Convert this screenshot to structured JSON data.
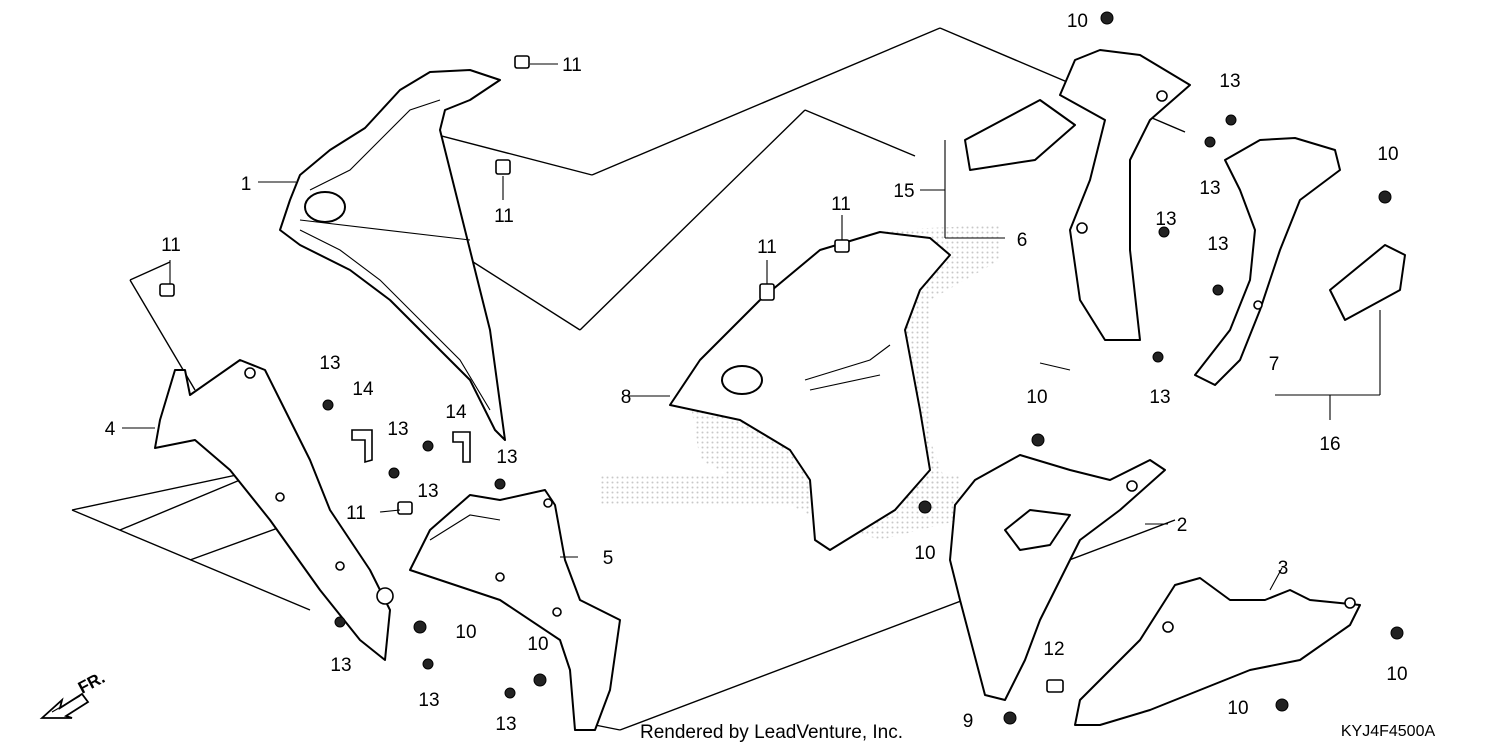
{
  "diagram": {
    "code": "KYJ4F4500A",
    "rendered_by": "Rendered by LeadVenture, Inc.",
    "direction_arrow": "FR.",
    "part_callouts": [
      {
        "id": "c1",
        "number": "1"
      },
      {
        "id": "c2",
        "number": "2"
      },
      {
        "id": "c3",
        "number": "3"
      },
      {
        "id": "c4",
        "number": "4"
      },
      {
        "id": "c5",
        "number": "5"
      },
      {
        "id": "c6",
        "number": "6"
      },
      {
        "id": "c7",
        "number": "7"
      },
      {
        "id": "c8",
        "number": "8"
      },
      {
        "id": "c9",
        "number": "9"
      },
      {
        "id": "c10a",
        "number": "10"
      },
      {
        "id": "c10b",
        "number": "10"
      },
      {
        "id": "c10c",
        "number": "10"
      },
      {
        "id": "c10d",
        "number": "10"
      },
      {
        "id": "c10e",
        "number": "10"
      },
      {
        "id": "c10f",
        "number": "10"
      },
      {
        "id": "c10g",
        "number": "10"
      },
      {
        "id": "c10h",
        "number": "10"
      },
      {
        "id": "c11a",
        "number": "11"
      },
      {
        "id": "c11b",
        "number": "11"
      },
      {
        "id": "c11c",
        "number": "11"
      },
      {
        "id": "c11d",
        "number": "11"
      },
      {
        "id": "c11e",
        "number": "11"
      },
      {
        "id": "c11f",
        "number": "11"
      },
      {
        "id": "c12",
        "number": "12"
      },
      {
        "id": "c13a",
        "number": "13"
      },
      {
        "id": "c13b",
        "number": "13"
      },
      {
        "id": "c13c",
        "number": "13"
      },
      {
        "id": "c13d",
        "number": "13"
      },
      {
        "id": "c13e",
        "number": "13"
      },
      {
        "id": "c13f",
        "number": "13"
      },
      {
        "id": "c13g",
        "number": "13"
      },
      {
        "id": "c13h",
        "number": "13"
      },
      {
        "id": "c13i",
        "number": "13"
      },
      {
        "id": "c13j",
        "number": "13"
      },
      {
        "id": "c13k",
        "number": "13"
      },
      {
        "id": "c13l",
        "number": "13"
      },
      {
        "id": "c14a",
        "number": "14"
      },
      {
        "id": "c14b",
        "number": "14"
      },
      {
        "id": "c15",
        "number": "15"
      },
      {
        "id": "c16",
        "number": "16"
      }
    ]
  }
}
